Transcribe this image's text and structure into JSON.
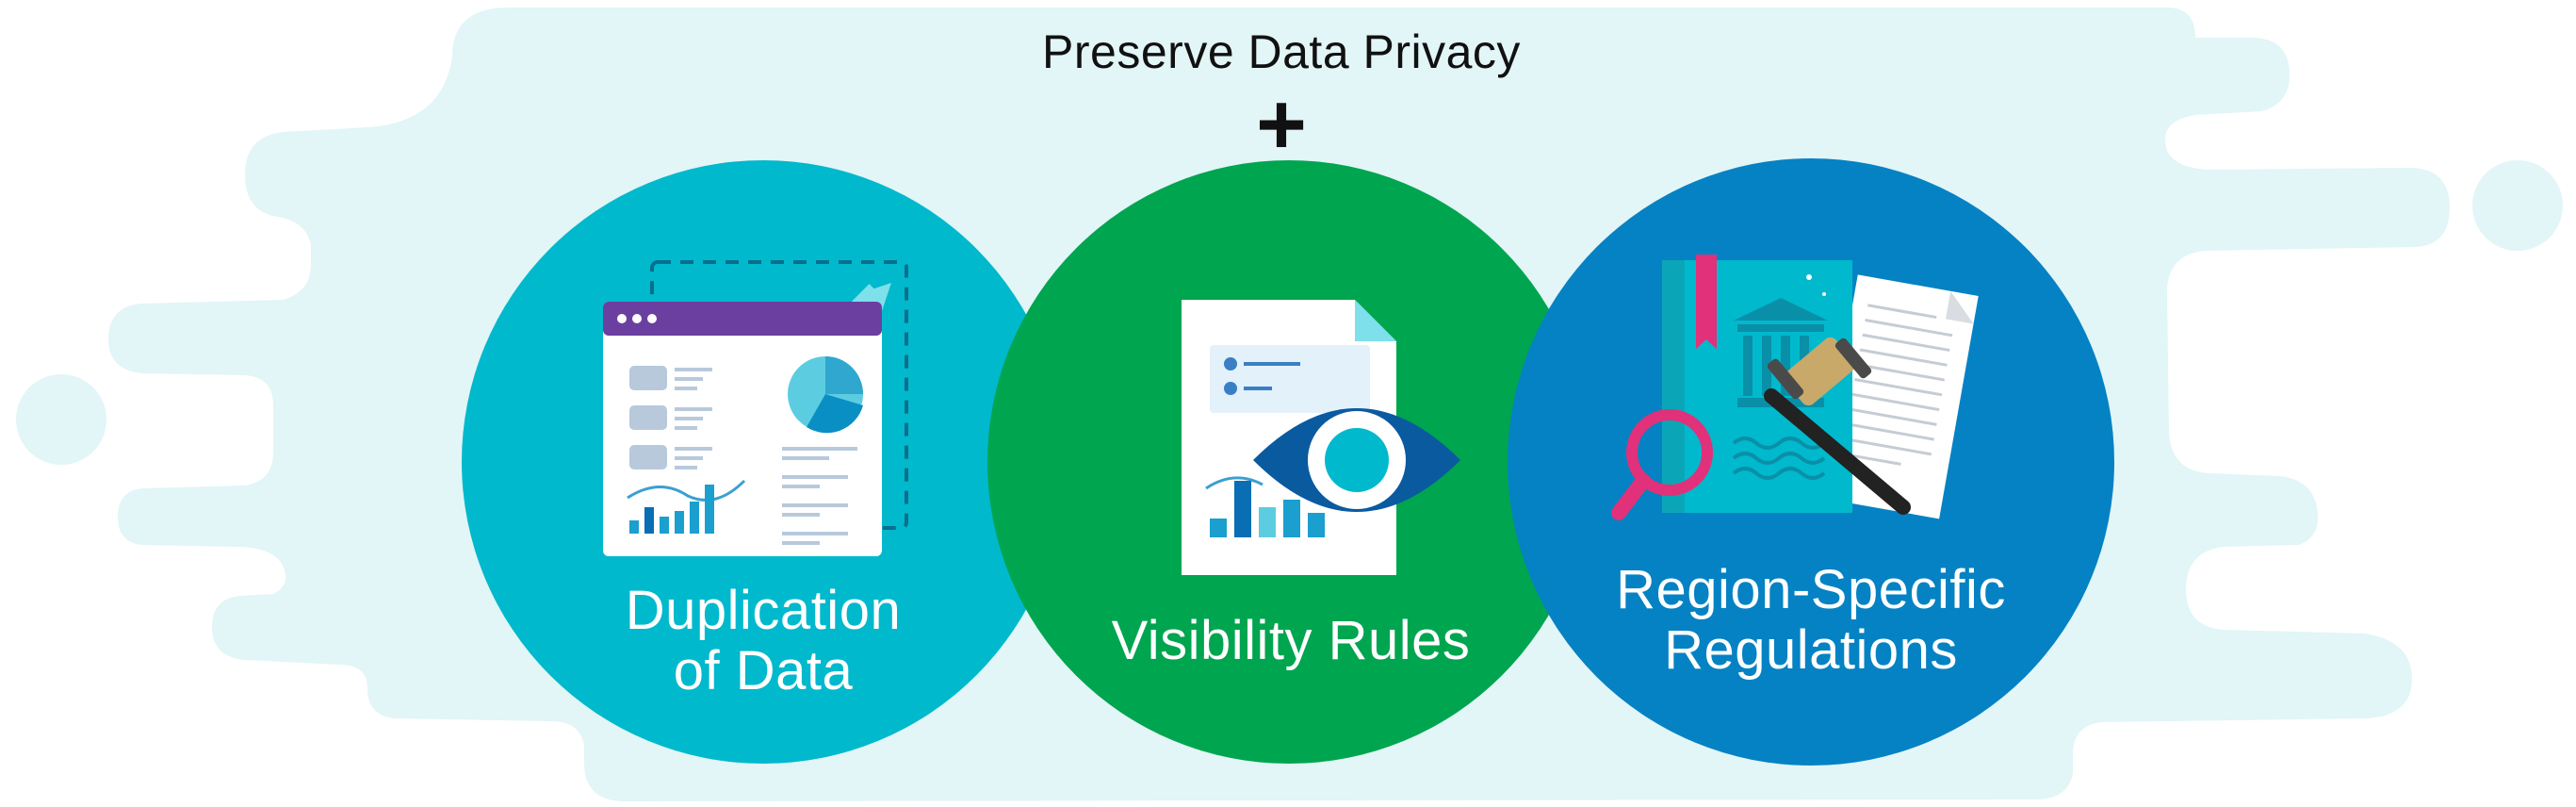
{
  "title": "Preserve Data Privacy",
  "plus_symbol": "+",
  "items": [
    {
      "label_line1": "Duplication",
      "label_line2": "of Data",
      "icon": "browser-dashboard-icon",
      "color": "#00b9cc"
    },
    {
      "label_line1": "Visibility Rules",
      "label_line2": "",
      "icon": "document-eye-icon",
      "color": "#00a54f"
    },
    {
      "label_line1": "Region-Specific",
      "label_line2": "Regulations",
      "icon": "law-book-gavel-icon",
      "color": "#0582c3"
    }
  ],
  "background_color": "#e2f5f7",
  "accent_colors": {
    "purple": "#6b3fa0",
    "magenta": "#e0317a",
    "navy": "#0a5aa0"
  }
}
